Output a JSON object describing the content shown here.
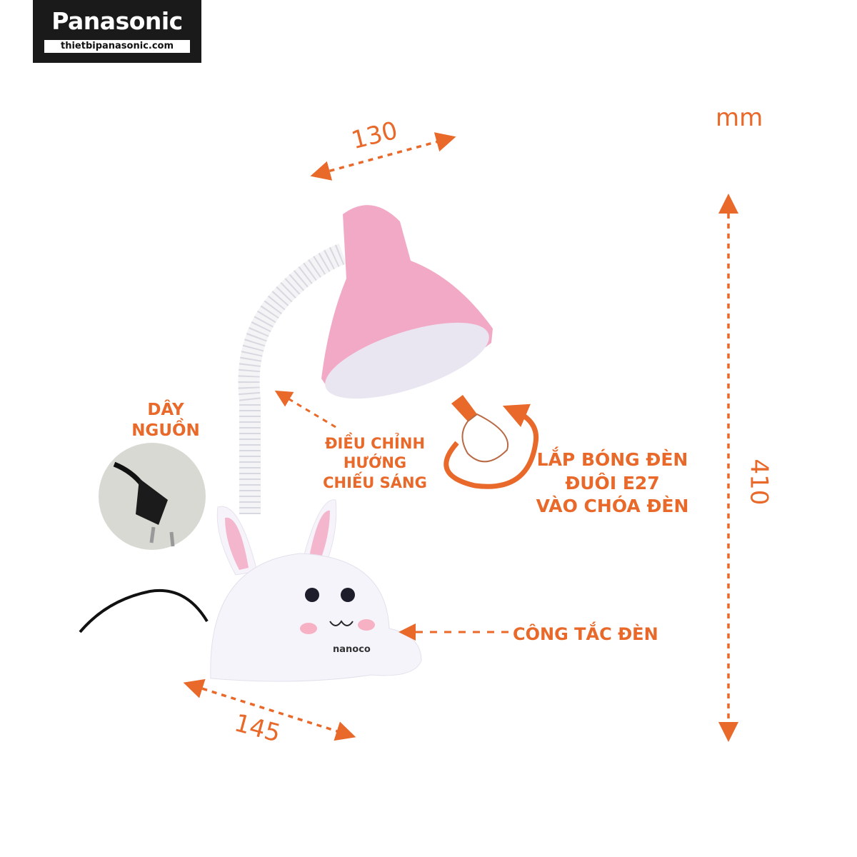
{
  "logo": {
    "brand": "Panasonic",
    "url": "thietbipanasonic.com"
  },
  "unit": "mm",
  "dimensions": {
    "width_top": "130",
    "height": "410",
    "width_base": "145"
  },
  "labels": {
    "power_cord": [
      "DÂY",
      "NGUỒN"
    ],
    "adjust_direction": [
      "ĐIỀU CHỈNH",
      "HƯỚNG",
      "CHIẾU SÁNG"
    ],
    "bulb": [
      "LẮP BÓNG ĐÈN",
      "ĐUÔI E27",
      "VÀO CHÓA ĐÈN"
    ],
    "switch": "CÔNG TẮC ĐÈN"
  },
  "product_brand": "nanoco",
  "colors": {
    "accent": "#e8692a",
    "shade": "#f2a9c6",
    "logo_bg": "#1a1a1a"
  }
}
